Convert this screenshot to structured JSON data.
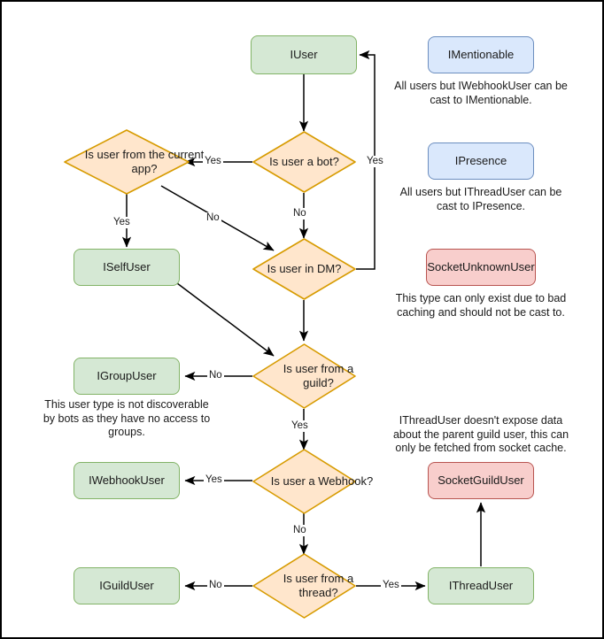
{
  "diagram": {
    "title": "Discord.Net user type cast flowchart",
    "colors": {
      "green_fill": "#d5e8d4",
      "green_stroke": "#82b366",
      "blue_fill": "#dae8fc",
      "blue_stroke": "#6c8ebf",
      "red_fill": "#f8cecc",
      "red_stroke": "#b85450",
      "orange_fill": "#ffe6cc",
      "orange_stroke": "#d79b00",
      "edge_stroke": "#000000",
      "text": "#1a1a1a",
      "frame": "#000000"
    },
    "nodes": {
      "iuser": "IUser",
      "iselfuser": "ISelfUser",
      "igroupuser": "IGroupUser",
      "iwebhookuser": "IWebhookUser",
      "iguilduser": "IGuildUser",
      "ithreaduser": "IThreadUser",
      "imentionable": "IMentionable",
      "ipresence": "IPresence",
      "socketunknownuser": "SocketUnknownUser",
      "socketguilduser": "SocketGuildUser"
    },
    "decisions": {
      "is_bot": "Is user a bot?",
      "is_current_app": "Is user from the current app?",
      "is_dm": "Is user in DM?",
      "is_guild": "Is user from a guild?",
      "is_webhook": "Is user a Webhook?",
      "is_thread": "Is user from a thread?"
    },
    "edge_labels": {
      "bot_yes": "Yes",
      "bot_no": "No",
      "current_app_yes": "Yes",
      "current_app_no": "No",
      "dm_yes": "Yes",
      "guild_no": "No",
      "guild_yes": "Yes",
      "webhook_yes": "Yes",
      "webhook_no": "No",
      "thread_no": "No",
      "thread_yes": "Yes"
    },
    "notes": {
      "imentionable": "All users but IWebhookUser can be cast to IMentionable.",
      "ipresence": "All users but IThreadUser can be cast to IPresence.",
      "socketunknownuser": "This type can only exist due to bad caching and should not be cast to.",
      "igroupuser": "This user type is not discoverable by bots as they have no access to groups.",
      "socketguilduser": "IThreadUser doesn't expose data about the parent guild user, this can only be fetched from socket cache."
    }
  }
}
